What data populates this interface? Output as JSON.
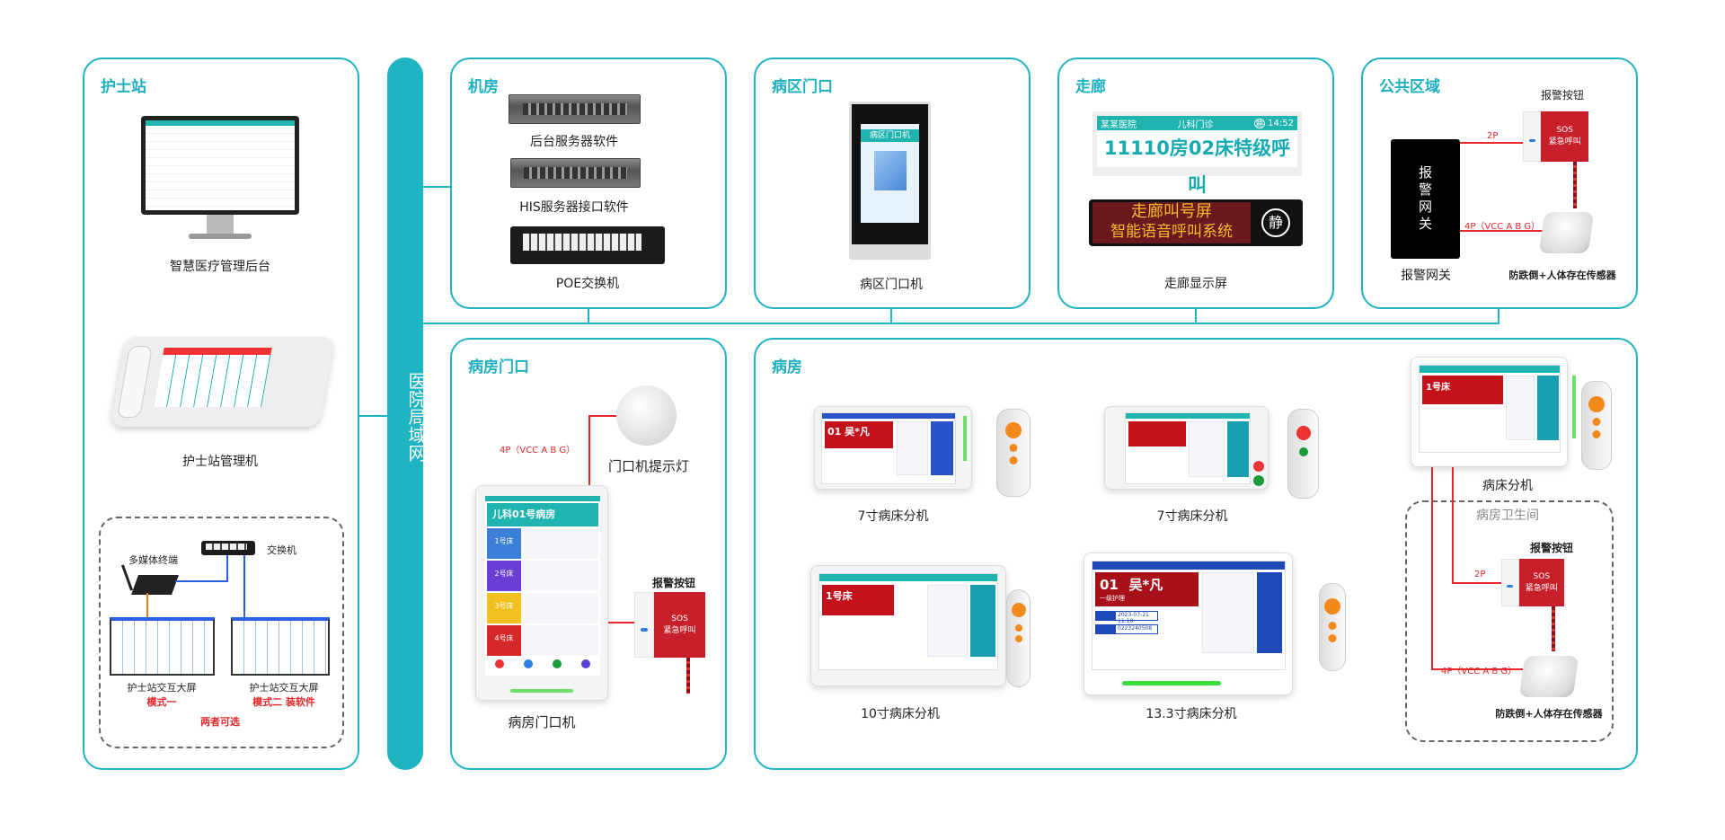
{
  "backbone": {
    "label": "医院局域网"
  },
  "nurse_station": {
    "title": "护士站",
    "monitor_label": "智慧医疗管理后台",
    "phone_label": "护士站管理机",
    "optional_box": {
      "switch_label": "交换机",
      "terminal_label": "多媒体终端",
      "screen1_label": "护士站交互大屏",
      "screen1_mode": "模式一",
      "screen2_label": "护士站交互大屏",
      "screen2_mode": "模式二 装软件",
      "note": "两者可选"
    }
  },
  "server_room": {
    "title": "机房",
    "items": [
      "后台服务器软件",
      "HIS服务器接口软件",
      "POE交换机"
    ]
  },
  "ward_entrance": {
    "title": "病区门口",
    "device_label": "病区门口机",
    "screen_title": "病区门口机"
  },
  "corridor": {
    "title": "走廊",
    "lcd": {
      "header_left": "某某医院",
      "header_center": "儿科门诊",
      "time": "14:52",
      "mute_icon": "静",
      "message": "11110房02床特级呼叫"
    },
    "led": {
      "line1": "走廊叫号屏",
      "line2": "智能语音呼叫系统",
      "mute_icon": "静"
    },
    "device_label": "走廊显示屏"
  },
  "public_area": {
    "title": "公共区域",
    "gateway_text": "报警网关",
    "gateway_label": "报警网关",
    "button_label": "报警按钮",
    "sos_text": "SOS",
    "sos_sub": "紧急呼叫",
    "wire_2p": "2P",
    "wire_4p": "4P（VCC  A  B   G）",
    "sensor_label": "防跌倒+人体存在传感器"
  },
  "room_door": {
    "title": "病房门口",
    "wire_4p": "4P（VCC  A  B   G）",
    "lamp_label": "门口机提示灯",
    "screen_title": "儿科01号病房",
    "beds": [
      "1号床",
      "2号床",
      "3号床",
      "4号床"
    ],
    "bed_colors": [
      "#3b7fd8",
      "#6a3fd6",
      "#f0c020",
      "#d62828"
    ],
    "device_label": "病房门口机",
    "button_label": "报警按钮",
    "sos_text": "SOS",
    "sos_sub": "紧急呼叫"
  },
  "ward": {
    "title": "病房",
    "terminals": [
      {
        "label": "7寸病床分机",
        "patient": "吴*凡",
        "bed": "01"
      },
      {
        "label": "7寸病床分机"
      },
      {
        "label": "10寸病床分机",
        "bed": "1号床"
      },
      {
        "label": "13.3寸病床分机",
        "bed": "01",
        "patient": "吴*凡",
        "level": "一级护理",
        "admit_date": "2023-07-21 11:10",
        "patient_id": "0223240508"
      },
      {
        "label": "病床分机",
        "bed": "1号床"
      }
    ],
    "bathroom": {
      "title": "病房卫生间",
      "button_label": "报警按钮",
      "sos_text": "SOS",
      "sos_sub": "紧急呼叫",
      "wire_2p": "2P",
      "wire_4p": "4P（VCC  A  B   G）",
      "sensor_label": "防跌倒+人体存在传感器"
    }
  },
  "colors": {
    "accent": "#1fb4c2",
    "wire": "#e8262a",
    "alert": "#c8202a"
  }
}
